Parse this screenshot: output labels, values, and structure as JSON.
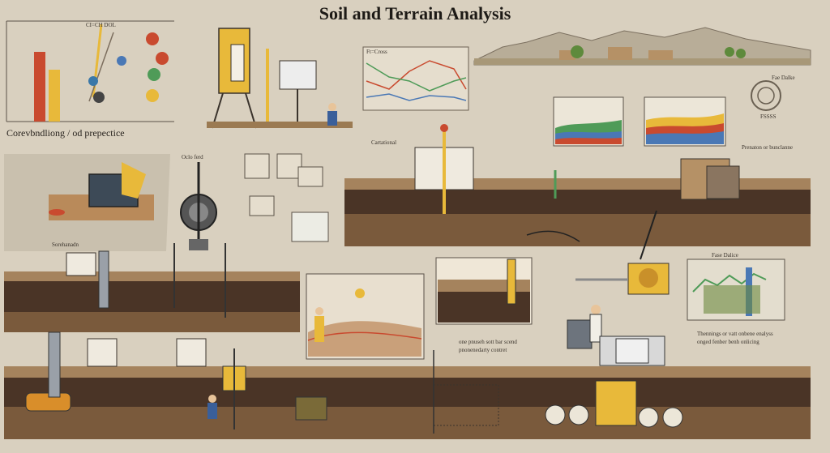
{
  "title": "Soil and Terrain Analysis",
  "labels": {
    "section_conditioning": "Corevbndliong / od prepectice",
    "chart_top_text": "CI=CH DOL",
    "fig_cross_text": "Ft=Cross",
    "spec_right": "Fae Dalke",
    "fsss": "FSSSS",
    "caption_small": "Cartational",
    "caption_right": "Prenaton or bunclanne",
    "fase_dalice": "Fase Dalice",
    "analysis_note_1": "Thennings or vatt onbene enalyss",
    "analysis_note_2": "onged fenber benh onlicing",
    "box_note_1": "one pnuseh sott bar scend",
    "box_note_2": "pnonenedarty contret",
    "gauge_label": "Oclo ferd",
    "scale_label": "Sorehanadn"
  },
  "colors": {
    "background": "#d9d0bf",
    "soil_dark": "#4a3426",
    "soil_mid": "#7a5a3c",
    "soil_light": "#a5835d",
    "grass": "#6d8a3f",
    "yellow": "#e8b93a",
    "red": "#c94a2f",
    "blue": "#4a78b5",
    "green": "#4f9b58"
  }
}
